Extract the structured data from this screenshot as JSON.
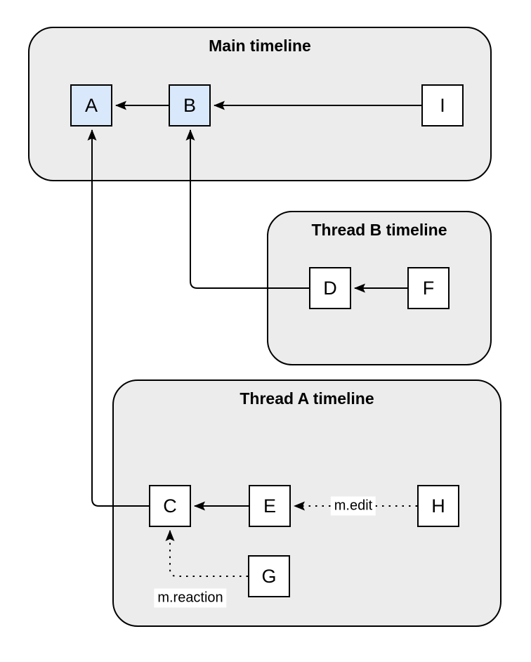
{
  "diagram": {
    "containers": [
      {
        "id": "main-timeline",
        "title": "Main timeline"
      },
      {
        "id": "thread-b-timeline",
        "title": "Thread B timeline"
      },
      {
        "id": "thread-a-timeline",
        "title": "Thread A timeline"
      }
    ],
    "nodes": [
      {
        "id": "A",
        "label": "A",
        "fill": "#dae8fc",
        "container": "main-timeline"
      },
      {
        "id": "B",
        "label": "B",
        "fill": "#dae8fc",
        "container": "main-timeline"
      },
      {
        "id": "I",
        "label": "I",
        "fill": "#ffffff",
        "container": "main-timeline"
      },
      {
        "id": "D",
        "label": "D",
        "fill": "#ffffff",
        "container": "thread-b-timeline"
      },
      {
        "id": "F",
        "label": "F",
        "fill": "#ffffff",
        "container": "thread-b-timeline"
      },
      {
        "id": "C",
        "label": "C",
        "fill": "#ffffff",
        "container": "thread-a-timeline"
      },
      {
        "id": "E",
        "label": "E",
        "fill": "#ffffff",
        "container": "thread-a-timeline"
      },
      {
        "id": "H",
        "label": "H",
        "fill": "#ffffff",
        "container": "thread-a-timeline"
      },
      {
        "id": "G",
        "label": "G",
        "fill": "#ffffff",
        "container": "thread-a-timeline"
      }
    ],
    "edges": [
      {
        "from": "B",
        "to": "A",
        "style": "solid",
        "label": ""
      },
      {
        "from": "I",
        "to": "B",
        "style": "solid",
        "label": ""
      },
      {
        "from": "F",
        "to": "D",
        "style": "solid",
        "label": ""
      },
      {
        "from": "D",
        "to": "B",
        "style": "solid",
        "label": ""
      },
      {
        "from": "E",
        "to": "C",
        "style": "solid",
        "label": ""
      },
      {
        "from": "C",
        "to": "A",
        "style": "solid",
        "label": ""
      },
      {
        "from": "H",
        "to": "E",
        "style": "dotted",
        "label": "m.edit"
      },
      {
        "from": "G",
        "to": "C",
        "style": "dotted",
        "label": "m.reaction"
      }
    ],
    "colors": {
      "node_highlight_fill": "#dae8fc",
      "node_default_fill": "#ffffff",
      "container_fill": "#ececec",
      "stroke": "#000000",
      "page_background": "#ffffff"
    }
  }
}
